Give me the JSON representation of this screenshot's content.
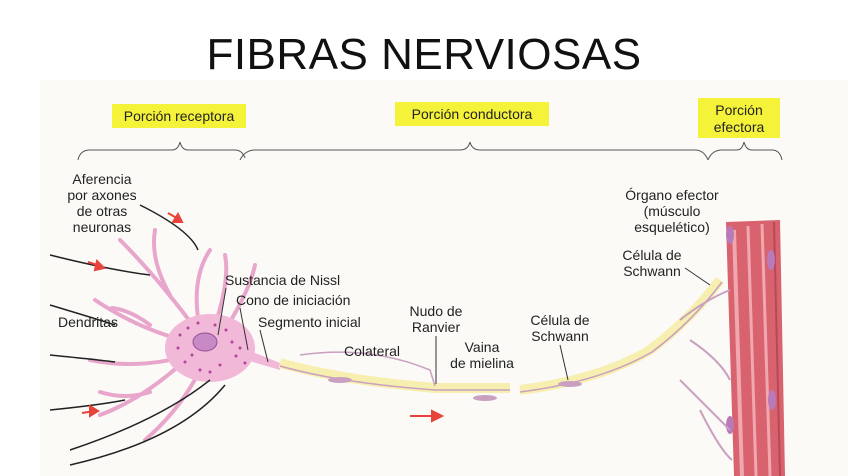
{
  "title": "FIBRAS NERVIOSAS",
  "sections": {
    "receptora": "Porción receptora",
    "conductora": "Porción conductora",
    "efectora_line1": "Porción",
    "efectora_line2": "efectora"
  },
  "labels": {
    "aferencia": [
      "Aferencia",
      "por axones",
      "de otras",
      "neuronas"
    ],
    "dendritas": "Dendritas",
    "nissl": "Sustancia de Nissl",
    "cono": "Cono de iniciación",
    "segmento": "Segmento inicial",
    "colateral": "Colateral",
    "nudo": [
      "Nudo de",
      "Ranvier"
    ],
    "vaina": [
      "Vaina",
      "de mielina"
    ],
    "schwann_mid": [
      "Célula de",
      "Schwann"
    ],
    "schwann_right": [
      "Célula de",
      "Schwann"
    ],
    "organo": [
      "Órgano efector",
      "(músculo",
      "esquelético)"
    ]
  },
  "colors": {
    "highlight": "#f5f23a",
    "neuron_body": "#f2b8d8",
    "neuron_dots": "#b0459a",
    "myelin": "#f7efb0",
    "axon": "#c9a0c0",
    "muscle": "#d8636e",
    "muscle_light": "#f0a7ad",
    "arrow": "#e8433a"
  }
}
